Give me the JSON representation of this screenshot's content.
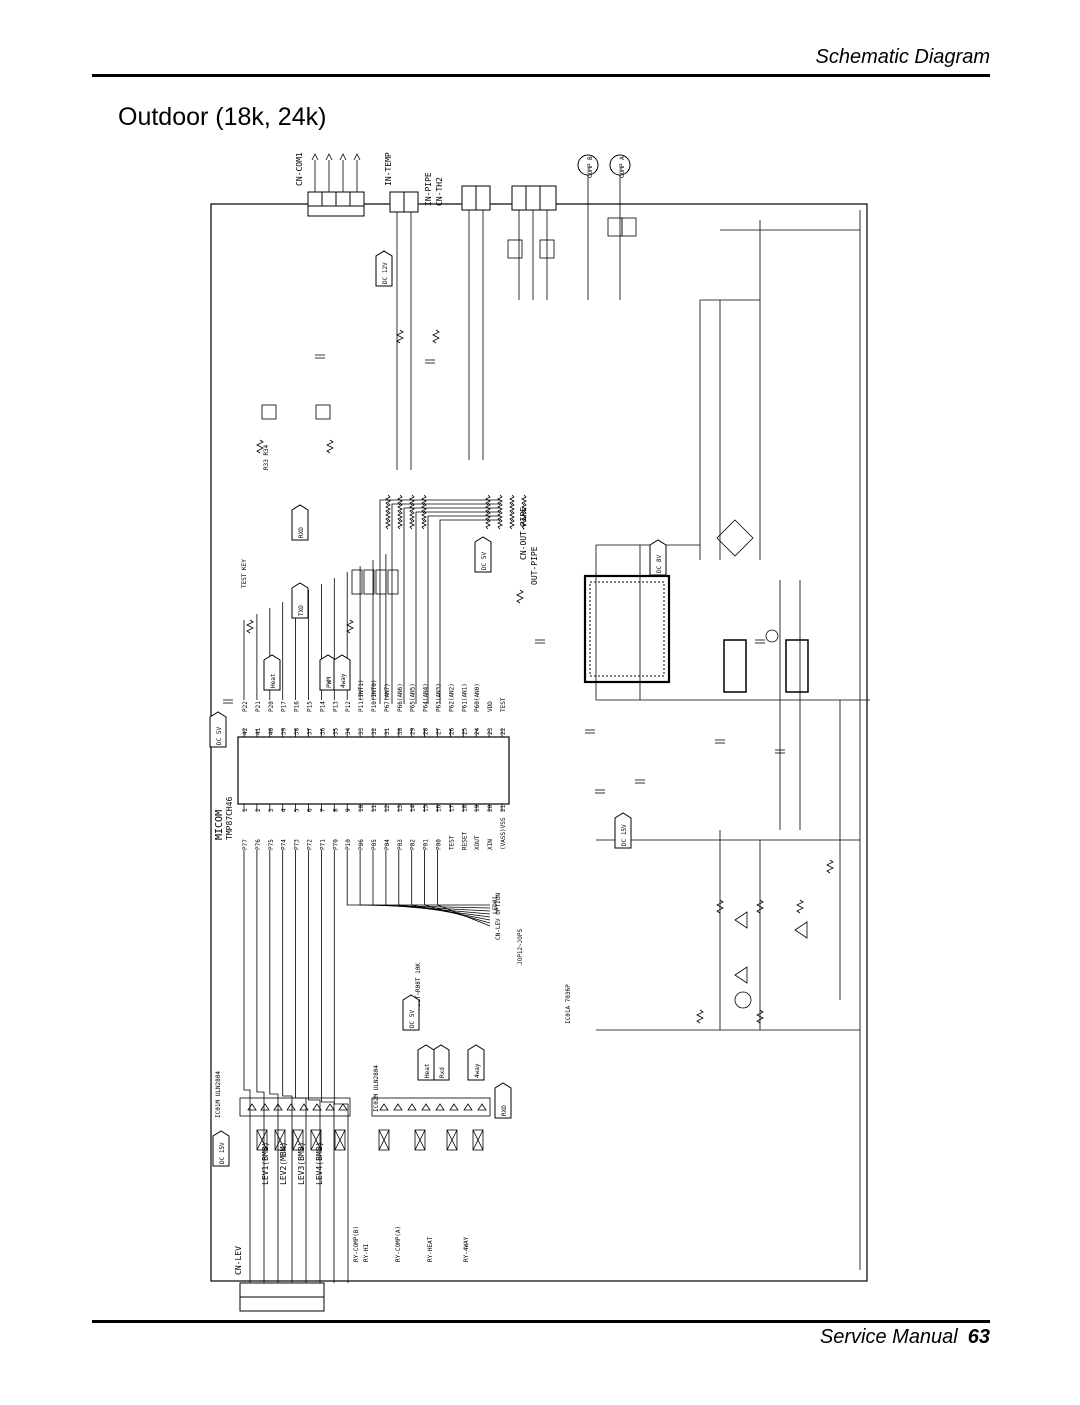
{
  "header": {
    "section_title": "Schematic Diagram"
  },
  "page": {
    "title": "Outdoor (18k, 24k)"
  },
  "footer": {
    "manual_label": "Service Manual",
    "page_number": "63"
  },
  "schematic": {
    "micom": {
      "label": "MICOM",
      "part": "TMP87CH46"
    },
    "left_pins": [
      {
        "num": "1",
        "name": "P77"
      },
      {
        "num": "2",
        "name": "P76"
      },
      {
        "num": "3",
        "name": "P75"
      },
      {
        "num": "4",
        "name": "P74"
      },
      {
        "num": "5",
        "name": "P73"
      },
      {
        "num": "6",
        "name": "P72"
      },
      {
        "num": "7",
        "name": "P71"
      },
      {
        "num": "8",
        "name": "P70"
      },
      {
        "num": "9",
        "name": "P10"
      },
      {
        "num": "10",
        "name": "P06"
      },
      {
        "num": "11",
        "name": "P05"
      },
      {
        "num": "12",
        "name": "P04"
      },
      {
        "num": "13",
        "name": "P03"
      },
      {
        "num": "14",
        "name": "P02"
      },
      {
        "num": "15",
        "name": "P01"
      },
      {
        "num": "16",
        "name": "P00"
      },
      {
        "num": "17",
        "name": "TEST"
      },
      {
        "num": "18",
        "name": "RESET"
      },
      {
        "num": "19",
        "name": "XOUT"
      },
      {
        "num": "20",
        "name": "XIN"
      },
      {
        "num": "21",
        "name": "(VASS)VSS"
      }
    ],
    "right_pins": [
      {
        "num": "42",
        "name": "P22"
      },
      {
        "num": "41",
        "name": "P21"
      },
      {
        "num": "40",
        "name": "P20"
      },
      {
        "num": "39",
        "name": "P17"
      },
      {
        "num": "38",
        "name": "P16"
      },
      {
        "num": "37",
        "name": "P15"
      },
      {
        "num": "36",
        "name": "P14"
      },
      {
        "num": "35",
        "name": "P13"
      },
      {
        "num": "34",
        "name": "P12"
      },
      {
        "num": "33",
        "name": "P11(INT1)"
      },
      {
        "num": "32",
        "name": "P10(INT0)"
      },
      {
        "num": "31",
        "name": "P67(AN7)"
      },
      {
        "num": "30",
        "name": "P66(AN6)"
      },
      {
        "num": "29",
        "name": "P65(AN5)"
      },
      {
        "num": "28",
        "name": "P64(AN4)"
      },
      {
        "num": "27",
        "name": "P63(AN3)"
      },
      {
        "num": "26",
        "name": "P62(AN2)"
      },
      {
        "num": "25",
        "name": "P61(AN1)"
      },
      {
        "num": "24",
        "name": "P60(AN0)"
      },
      {
        "num": "23",
        "name": "VDD"
      },
      {
        "num": "22",
        "name": "TEST"
      }
    ],
    "connectors": {
      "cn_lev": "CN-LEV",
      "cn_com1": "CN-COM1",
      "in_temp": "IN-TEMP",
      "in_pipe": "IN-PIPE",
      "cn_th2": "CN-TH2",
      "cn_out_pipe": "CN-OUT-PIPE",
      "out_pipe": "OUT-PIPE",
      "cn_lev_option": "CN-LEV OPTION",
      "comp_b": "COMP B",
      "comp_a": "COMP A"
    },
    "power_tags": [
      "DC 5V",
      "DC 15V",
      "DC 12V",
      "DC 8V",
      "DC 5V",
      "DC 5V",
      "DC 15V"
    ],
    "signal_tags": [
      "Heat",
      "PWM",
      "4way",
      "RXD",
      "TXD",
      "Rxd",
      "4way",
      "Heat",
      "RXD"
    ],
    "relays": [
      {
        "label": "LEV1(BMB)"
      },
      {
        "label": "LEV2(MBM)"
      },
      {
        "label": "LEV3(BMB)"
      },
      {
        "label": "LEV4(BMB)"
      }
    ],
    "relay_outputs": [
      "RY-COMP(B)",
      "RY-HI",
      "RY-COMP(A)",
      "RY-HEAT",
      "RY-4WAY"
    ],
    "ics": [
      "IC01M ULN2804",
      "IC02M ULN2804",
      "IC01A 7036P"
    ],
    "notes": [
      "R01T~R08T 10K",
      "JOP12~JOP5",
      "LED01",
      "TEST KEY",
      "R33 R34"
    ]
  }
}
